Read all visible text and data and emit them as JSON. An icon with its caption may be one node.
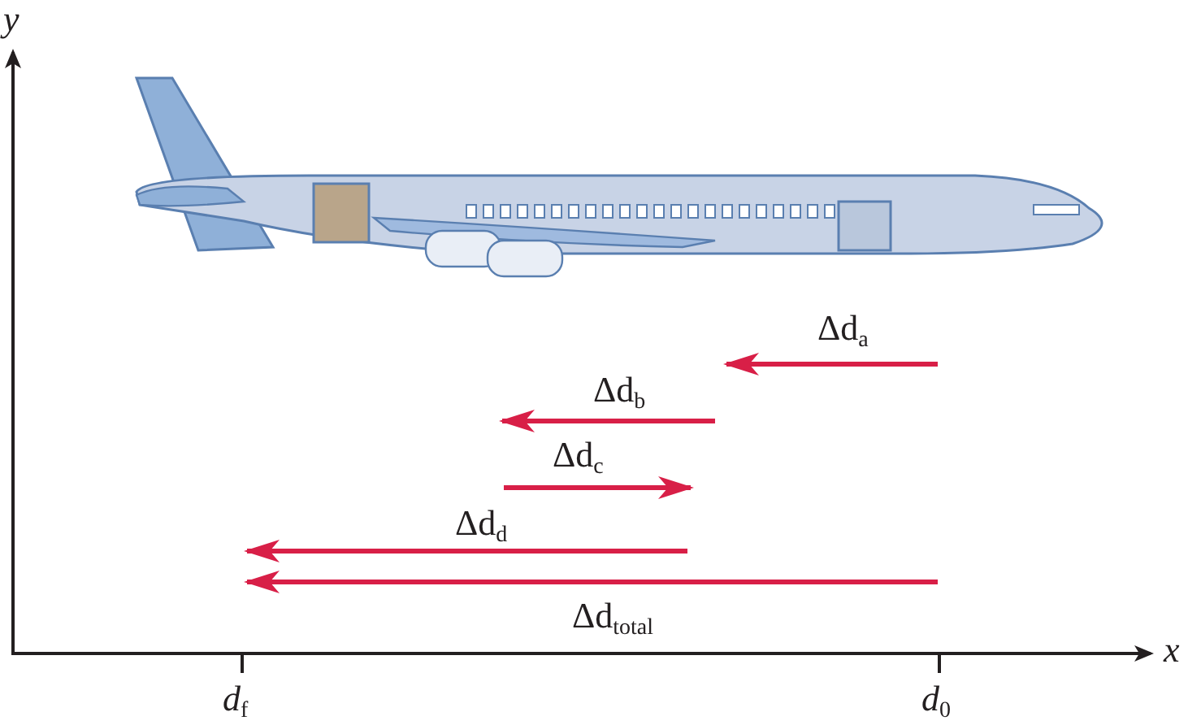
{
  "diagram": {
    "labels": [
      "y",
      "Δd$_{a}$",
      "Δd$_{b}$",
      "Δd$_{c}$",
      "Δd$_{d}$",
      "Δd$_{total}$",
      "x",
      "*d*$_{f}$",
      "*d*$_{0}$"
    ]
  }
}
